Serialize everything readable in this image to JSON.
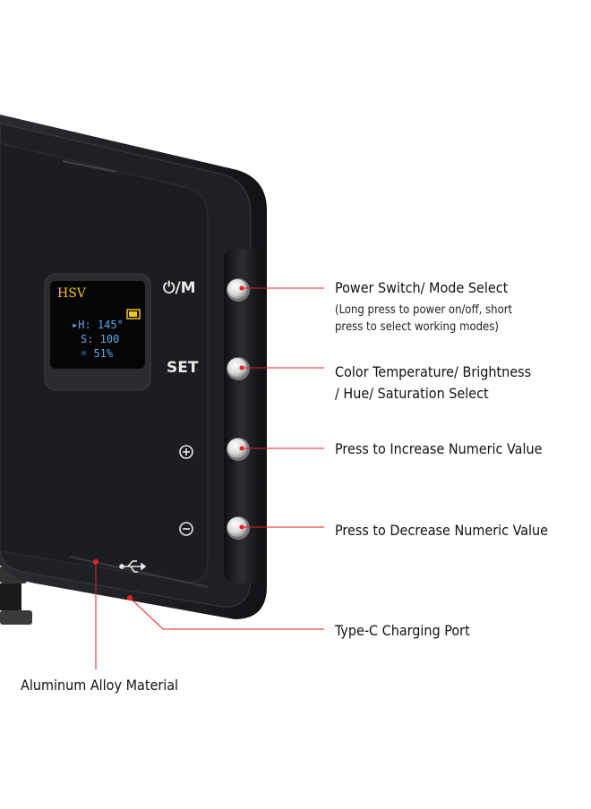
{
  "device": {
    "button_labels": {
      "mode": "⏻/M",
      "set": "SET",
      "plus": "+",
      "minus": "−"
    },
    "display": {
      "mode": "HSV",
      "lines": [
        "▸H: 145°",
        "S: 100",
        "☼ 51%"
      ]
    }
  },
  "callouts": {
    "power": {
      "title": "Power Switch/ Mode Select",
      "note_line1": "(Long press to power on/off, short",
      "note_line2": "press to select working modes)"
    },
    "set": {
      "line1": "Color Temperature/ Brightness",
      "line2": "/ Hue/ Saturation Select"
    },
    "plus": "Press to Increase Numeric Value",
    "minus": "Press to Decrease Numeric Value",
    "typec": "Type-C Charging Port",
    "material": "Aluminum Alloy Material"
  },
  "colors": {
    "accent_red": "#e0222a",
    "panel": "#1d1f22",
    "oled_yellow": "#f5c518",
    "oled_blue": "#5aa8e8"
  }
}
